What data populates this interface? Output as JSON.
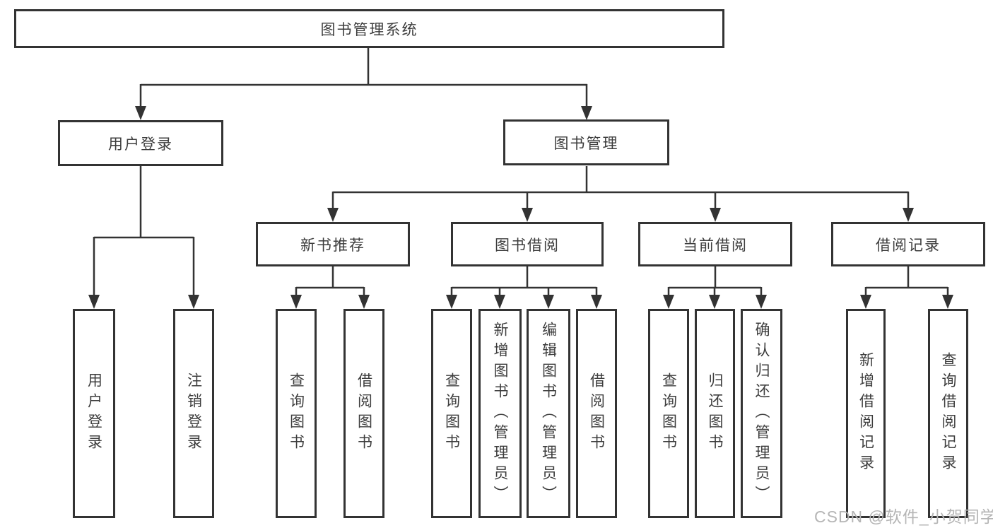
{
  "tree": {
    "label": "图书管理系统",
    "children": [
      {
        "label": "用户登录",
        "children": [
          {
            "label": "用户登录"
          },
          {
            "label": "注销登录"
          }
        ]
      },
      {
        "label": "图书管理",
        "children": [
          {
            "label": "新书推荐",
            "children": [
              {
                "label": "查询图书"
              },
              {
                "label": "借阅图书"
              }
            ]
          },
          {
            "label": "图书借阅",
            "children": [
              {
                "label": "查询图书"
              },
              {
                "label": "新增图书（管理员）"
              },
              {
                "label": "编辑图书（管理员）"
              },
              {
                "label": "借阅图书"
              }
            ]
          },
          {
            "label": "当前借阅",
            "children": [
              {
                "label": "查询图书"
              },
              {
                "label": "归还图书"
              },
              {
                "label": "确认归还（管理员）"
              }
            ]
          },
          {
            "label": "借阅记录",
            "children": [
              {
                "label": "新增借阅记录"
              },
              {
                "label": "查询借阅记录"
              }
            ]
          }
        ]
      }
    ]
  },
  "watermark": {
    "text": "CSDN @软件_小贺同学"
  },
  "colors": {
    "line": "#333333",
    "text": "#3d3d3d",
    "watermark": "#b5b5b5",
    "background": "#ffffff"
  }
}
